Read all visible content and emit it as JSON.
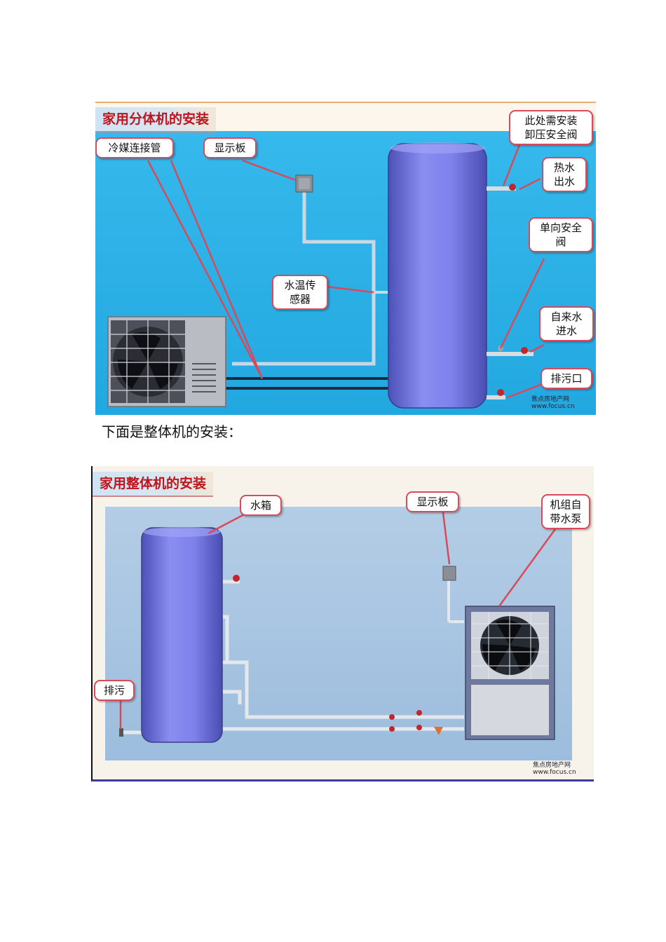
{
  "figure1": {
    "title": "家用分体机的安装",
    "labels": {
      "refrigerant_pipe": "冷媒连接管",
      "display_panel": "显示板",
      "relief_valve": "此处需安装\n卸压安全阀",
      "hot_water_out": "热水\n出水",
      "check_valve": "单向安全\n阀",
      "water_temp_sensor": "水温传\n感器",
      "tap_water_in": "自来水\n进水",
      "drain_outlet": "排污口"
    },
    "watermark": {
      "name": "焦点房地产网",
      "url": "www.focus.cn"
    },
    "colors": {
      "background": "#2db3e8",
      "tank": "#7b7fe6",
      "callout_border": "#d84a5a",
      "title": "#c0141c"
    }
  },
  "caption": "下面是整体机的安装：",
  "figure2": {
    "title": "家用整体机的安装",
    "labels": {
      "water_tank": "水箱",
      "display_panel": "显示板",
      "built_in_pump": "机组自\n带水泵",
      "drain": "排污"
    },
    "watermark": {
      "name": "焦点房地产网",
      "url": "www.focus.cn"
    },
    "colors": {
      "background": "#a9c6e2",
      "tank": "#7b7fe6",
      "unit": "#6f79a0"
    }
  }
}
